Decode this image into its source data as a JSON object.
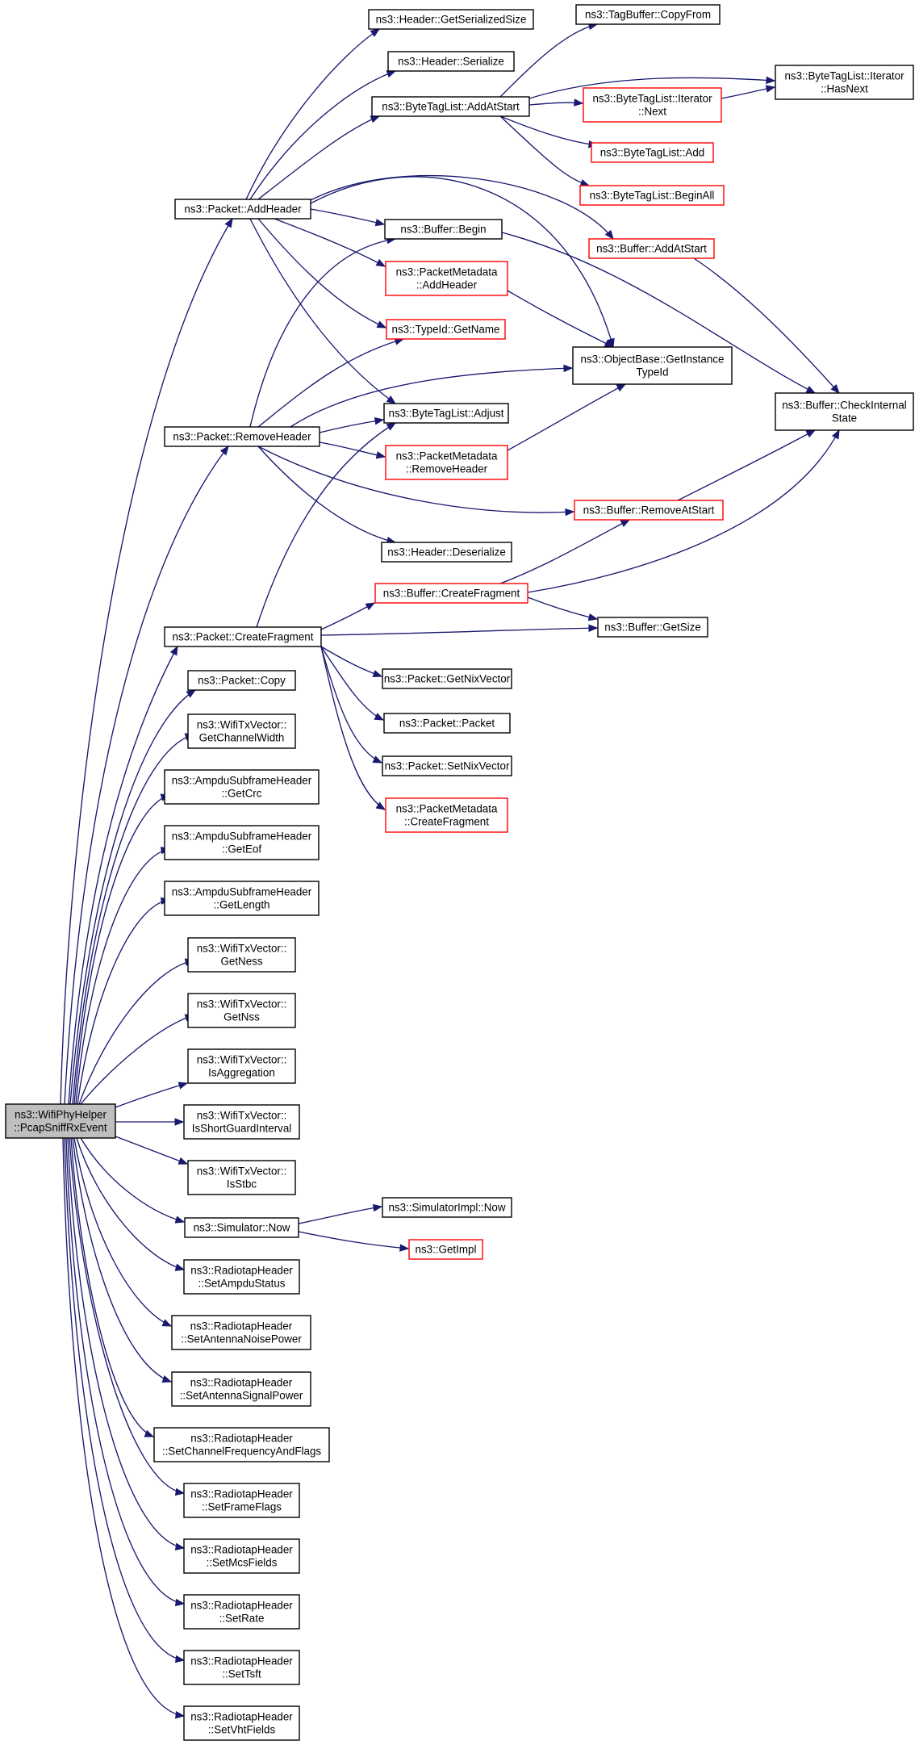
{
  "colors": {
    "edge": "#191970",
    "node_border": "#000000",
    "node_border_truncated": "#ff0000",
    "focus_fill": "#bfbfbf",
    "node_fill": "#ffffff",
    "text": "#000000"
  },
  "nodes": [
    {
      "id": "root",
      "lines": [
        "ns3::WifiPhyHelper",
        "::PcapSniffRxEvent"
      ],
      "style": "focus"
    },
    {
      "id": "addheader",
      "lines": [
        "ns3::Packet::AddHeader"
      ],
      "style": "normal"
    },
    {
      "id": "removeheader",
      "lines": [
        "ns3::Packet::RemoveHeader"
      ],
      "style": "normal"
    },
    {
      "id": "createfragment",
      "lines": [
        "ns3::Packet::CreateFragment"
      ],
      "style": "normal"
    },
    {
      "id": "copy",
      "lines": [
        "ns3::Packet::Copy"
      ],
      "style": "normal"
    },
    {
      "id": "getchannelwidth",
      "lines": [
        "ns3::WifiTxVector::",
        "GetChannelWidth"
      ],
      "style": "normal"
    },
    {
      "id": "getcrc",
      "lines": [
        "ns3::AmpduSubframeHeader",
        "::GetCrc"
      ],
      "style": "normal"
    },
    {
      "id": "geteof",
      "lines": [
        "ns3::AmpduSubframeHeader",
        "::GetEof"
      ],
      "style": "normal"
    },
    {
      "id": "getlength",
      "lines": [
        "ns3::AmpduSubframeHeader",
        "::GetLength"
      ],
      "style": "normal"
    },
    {
      "id": "getness",
      "lines": [
        "ns3::WifiTxVector::",
        "GetNess"
      ],
      "style": "normal"
    },
    {
      "id": "getnss",
      "lines": [
        "ns3::WifiTxVector::",
        "GetNss"
      ],
      "style": "normal"
    },
    {
      "id": "isaggregation",
      "lines": [
        "ns3::WifiTxVector::",
        "IsAggregation"
      ],
      "style": "normal"
    },
    {
      "id": "isshortgi",
      "lines": [
        "ns3::WifiTxVector::",
        "IsShortGuardInterval"
      ],
      "style": "normal"
    },
    {
      "id": "isstbc",
      "lines": [
        "ns3::WifiTxVector::",
        "IsStbc"
      ],
      "style": "normal"
    },
    {
      "id": "simnow",
      "lines": [
        "ns3::Simulator::Now"
      ],
      "style": "normal"
    },
    {
      "id": "setampdu",
      "lines": [
        "ns3::RadiotapHeader",
        "::SetAmpduStatus"
      ],
      "style": "normal"
    },
    {
      "id": "setantnoise",
      "lines": [
        "ns3::RadiotapHeader",
        "::SetAntennaNoisePower"
      ],
      "style": "normal"
    },
    {
      "id": "setantsignal",
      "lines": [
        "ns3::RadiotapHeader",
        "::SetAntennaSignalPower"
      ],
      "style": "normal"
    },
    {
      "id": "setchanfreq",
      "lines": [
        "ns3::RadiotapHeader",
        "::SetChannelFrequencyAndFlags"
      ],
      "style": "normal"
    },
    {
      "id": "setframeflags",
      "lines": [
        "ns3::RadiotapHeader",
        "::SetFrameFlags"
      ],
      "style": "normal"
    },
    {
      "id": "setmcs",
      "lines": [
        "ns3::RadiotapHeader",
        "::SetMcsFields"
      ],
      "style": "normal"
    },
    {
      "id": "setrate",
      "lines": [
        "ns3::RadiotapHeader",
        "::SetRate"
      ],
      "style": "normal"
    },
    {
      "id": "settsft",
      "lines": [
        "ns3::RadiotapHeader",
        "::SetTsft"
      ],
      "style": "normal"
    },
    {
      "id": "setvht",
      "lines": [
        "ns3::RadiotapHeader",
        "::SetVhtFields"
      ],
      "style": "normal"
    },
    {
      "id": "hdrgetsize",
      "lines": [
        "ns3::Header::GetSerializedSize"
      ],
      "style": "normal"
    },
    {
      "id": "hdrserialize",
      "lines": [
        "ns3::Header::Serialize"
      ],
      "style": "normal"
    },
    {
      "id": "btladdatstart",
      "lines": [
        "ns3::ByteTagList::AddAtStart"
      ],
      "style": "normal"
    },
    {
      "id": "bufbegin",
      "lines": [
        "ns3::Buffer::Begin"
      ],
      "style": "normal"
    },
    {
      "id": "pmaddheader",
      "lines": [
        "ns3::PacketMetadata",
        "::AddHeader"
      ],
      "style": "truncated"
    },
    {
      "id": "typeidgetname",
      "lines": [
        "ns3::TypeId::GetName"
      ],
      "style": "truncated"
    },
    {
      "id": "btladjust",
      "lines": [
        "ns3::ByteTagList::Adjust"
      ],
      "style": "normal"
    },
    {
      "id": "pmremoveheader",
      "lines": [
        "ns3::PacketMetadata",
        "::RemoveHeader"
      ],
      "style": "truncated"
    },
    {
      "id": "hdrdeserialize",
      "lines": [
        "ns3::Header::Deserialize"
      ],
      "style": "normal"
    },
    {
      "id": "getnixvector",
      "lines": [
        "ns3::Packet::GetNixVector"
      ],
      "style": "normal"
    },
    {
      "id": "packetpacket",
      "lines": [
        "ns3::Packet::Packet"
      ],
      "style": "normal"
    },
    {
      "id": "setnixvector",
      "lines": [
        "ns3::Packet::SetNixVector"
      ],
      "style": "normal"
    },
    {
      "id": "pmcreatefragment",
      "lines": [
        "ns3::PacketMetadata",
        "::CreateFragment"
      ],
      "style": "truncated"
    },
    {
      "id": "simimplnow",
      "lines": [
        "ns3::SimulatorImpl::Now"
      ],
      "style": "normal"
    },
    {
      "id": "getimpl",
      "lines": [
        "ns3::GetImpl"
      ],
      "style": "truncated"
    },
    {
      "id": "tagbufcopyfrom",
      "lines": [
        "ns3::TagBuffer::CopyFrom"
      ],
      "style": "normal"
    },
    {
      "id": "btliternext",
      "lines": [
        "ns3::ByteTagList::Iterator",
        "::Next"
      ],
      "style": "truncated"
    },
    {
      "id": "btladd",
      "lines": [
        "ns3::ByteTagList::Add"
      ],
      "style": "truncated"
    },
    {
      "id": "btlbeginall",
      "lines": [
        "ns3::ByteTagList::BeginAll"
      ],
      "style": "truncated"
    },
    {
      "id": "bufaddatstart",
      "lines": [
        "ns3::Buffer::AddAtStart"
      ],
      "style": "truncated"
    },
    {
      "id": "objgetinstancetypeid",
      "lines": [
        "ns3::ObjectBase::GetInstance",
        "TypeId"
      ],
      "style": "normal"
    },
    {
      "id": "bufremoveatstart",
      "lines": [
        "ns3::Buffer::RemoveAtStart"
      ],
      "style": "truncated"
    },
    {
      "id": "bufcreatefragment",
      "lines": [
        "ns3::Buffer::CreateFragment"
      ],
      "style": "truncated"
    },
    {
      "id": "bufgetsize",
      "lines": [
        "ns3::Buffer::GetSize"
      ],
      "style": "normal"
    },
    {
      "id": "btliterhasnext",
      "lines": [
        "ns3::ByteTagList::Iterator",
        "::HasNext"
      ],
      "style": "normal"
    },
    {
      "id": "bufcheckinternal",
      "lines": [
        "ns3::Buffer::CheckInternal",
        "State"
      ],
      "style": "normal"
    }
  ]
}
